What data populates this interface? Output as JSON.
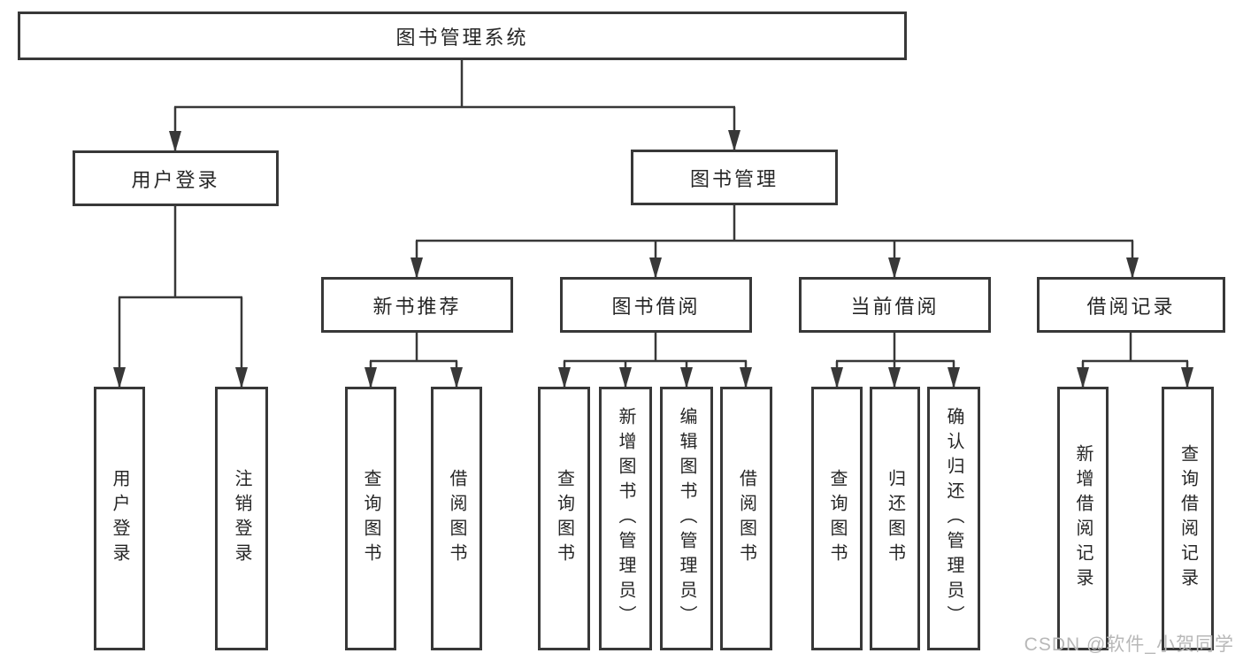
{
  "diagram": {
    "title": "图书管理系统",
    "nodes": {
      "root": "图书管理系统",
      "level2": {
        "user_login": "用户登录",
        "book_mgmt": "图书管理"
      },
      "level3": {
        "new_books": "新书推荐",
        "borrow": "图书借阅",
        "current": "当前借阅",
        "records": "借阅记录"
      },
      "leaves": {
        "user_login_1": "用户登录",
        "user_login_2": "注销登录",
        "new_books_1": "查询图书",
        "new_books_2": "借阅图书",
        "borrow_1": "查询图书",
        "borrow_2": "新增图书（管理员）",
        "borrow_3": "编辑图书（管理员）",
        "borrow_4": "借阅图书",
        "current_1": "查询图书",
        "current_2": "归还图书",
        "current_3": "确认归还（管理员）",
        "records_1": "新增借阅记录",
        "records_2": "查询借阅记录"
      }
    },
    "colors": {
      "line": "#383838",
      "text": "#262626",
      "background": "#ffffff",
      "watermark": "#b8b8b8"
    }
  },
  "watermark": {
    "text": "CSDN @软件_小贺同学"
  }
}
